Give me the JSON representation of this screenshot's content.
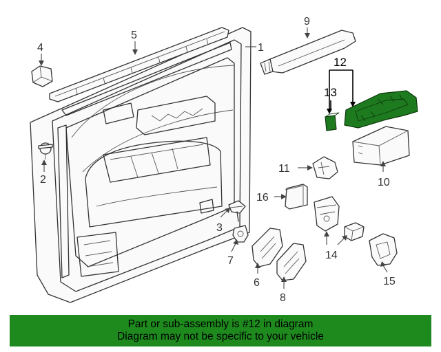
{
  "callouts": {
    "c1": "1",
    "c2": "2",
    "c3": "3",
    "c4": "4",
    "c5": "5",
    "c6": "6",
    "c7": "7",
    "c8": "8",
    "c9": "9",
    "c10": "10",
    "c11": "11",
    "c12": "12",
    "c13": "13",
    "c14": "14",
    "c15": "15",
    "c16": "16"
  },
  "highlight_color": "#1e7a1e",
  "banner": {
    "line1": "Part or sub-assembly is #12 in diagram",
    "line2": "Diagram may not be specific to your vehicle",
    "background": "#1e8a1e"
  }
}
